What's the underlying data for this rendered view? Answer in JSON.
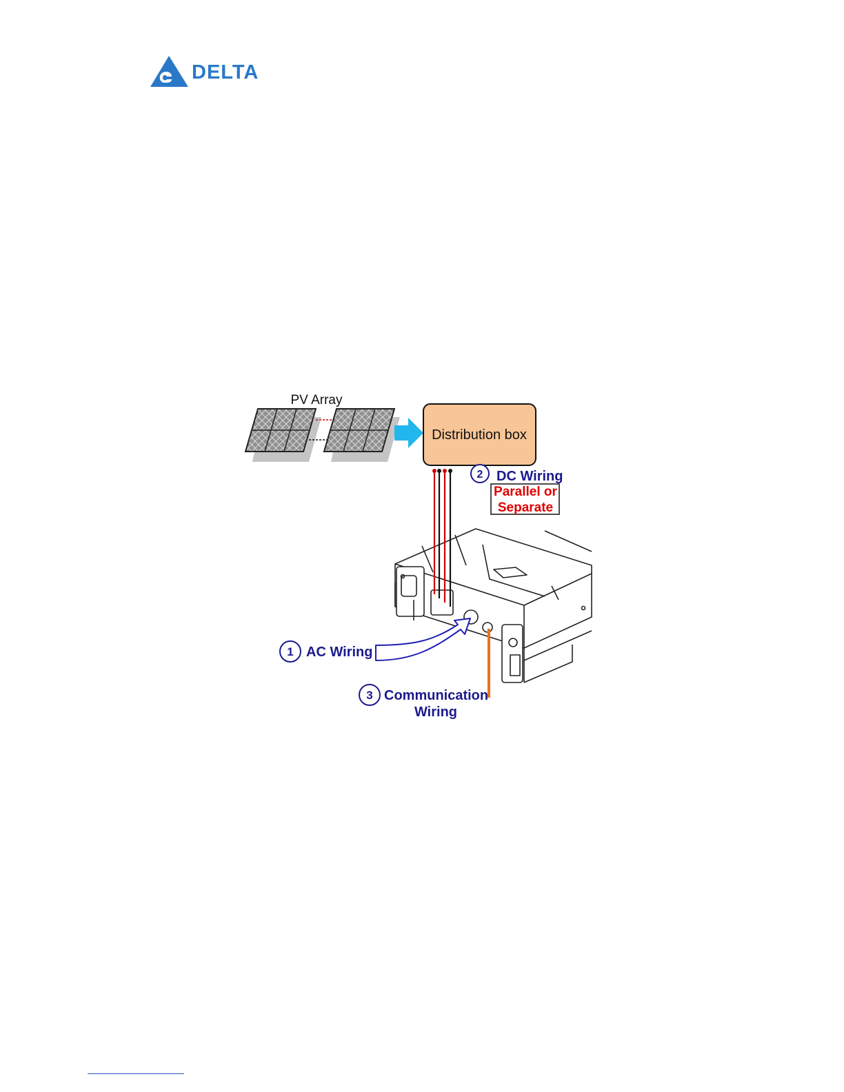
{
  "brand": {
    "name": "DELTA",
    "color": "#2a78c8"
  },
  "diagram": {
    "pv_array_label": "PV Array",
    "distribution_box_label": "Distribution box",
    "dc_wiring": {
      "number": "2",
      "label": "DC Wiring",
      "note_line1": "Parallel or",
      "note_line2": "Separate"
    },
    "ac_wiring": {
      "number": "1",
      "label": "AC Wiring"
    },
    "communication_wiring": {
      "number": "3",
      "label_line1": "Communication",
      "label_line2": "Wiring"
    },
    "colors": {
      "label_navy": "#1a1a8c",
      "note_red": "#e00000",
      "box_fill": "#f7c596",
      "arrow_cyan": "#22b7ec",
      "comm_wire": "#e8731a",
      "dc_positive": "#cc0000",
      "dc_negative": "#111111"
    }
  }
}
